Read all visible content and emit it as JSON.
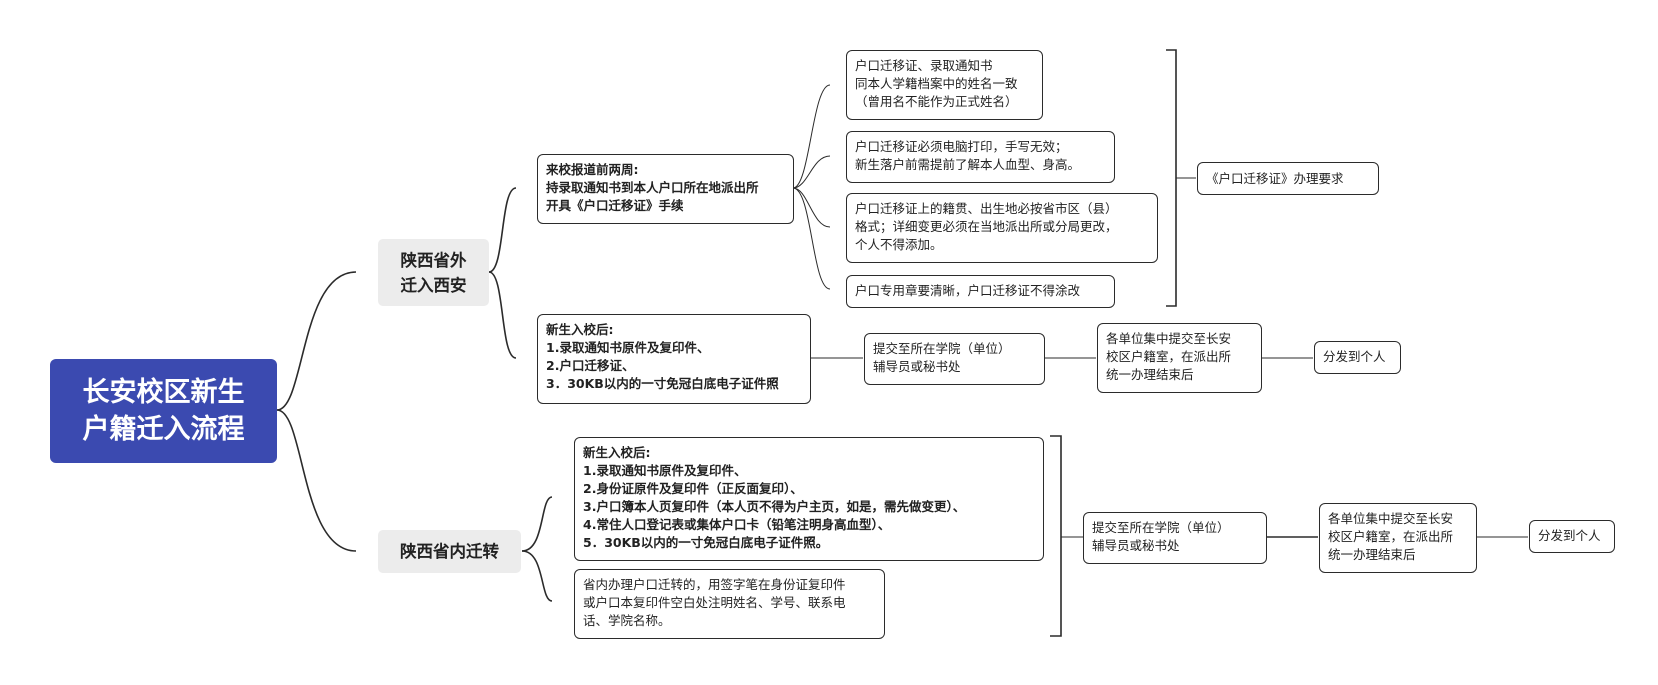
{
  "root": {
    "title": "长安校区新生\n户籍迁入流程"
  },
  "branch_outside": {
    "label": "陕西省外\n迁入西安",
    "step1": {
      "text": "来校报道前两周:\n持录取通知书到本人户口所在地派出所\n开具《户口迁移证》手续",
      "requirements": [
        "户口迁移证、录取通知书\n同本人学籍档案中的姓名一致\n（曾用名不能作为正式姓名）",
        "户口迁移证必须电脑打印，手写无效；\n新生落户前需提前了解本人血型、身高。",
        "户口迁移证上的籍贯、出生地必按省市区（县）\n格式；详细变更必须在当地派出所或分局更改，\n个人不得添加。",
        "户口专用章要清晰，户口迁移证不得涂改"
      ],
      "summary": "《户口迁移证》办理要求"
    },
    "step2": {
      "text": "新生入校后:\n1.录取通知书原件及复印件、\n2.户口迁移证、\n3．30KB以内的一寸免冠白底电子证件照",
      "submit": "提交至所在学院（单位）\n辅导员或秘书处",
      "collect": "各单位集中提交至长安\n校区户籍室，在派出所\n统一办理结束后",
      "distribute": "分发到个人"
    }
  },
  "branch_inside": {
    "label": "陕西省内迁转",
    "materials": "新生入校后:\n1.录取通知书原件及复印件、\n2.身份证原件及复印件（正反面复印）、\n3.户口簿本人页复印件（本人页不得为户主页，如是，需先做变更）、\n4.常住人口登记表或集体户口卡（铅笔注明身高血型）、\n5．30KB以内的一寸免冠白底电子证件照。",
    "note": "省内办理户口迁转的，用签字笔在身份证复印件\n或户口本复印件空白处注明姓名、学号、联系电\n话、学院名称。",
    "submit": "提交至所在学院（单位）\n辅导员或秘书处",
    "collect": "各单位集中提交至长安\n校区户籍室，在派出所\n统一办理结束后",
    "distribute": "分发到个人"
  }
}
